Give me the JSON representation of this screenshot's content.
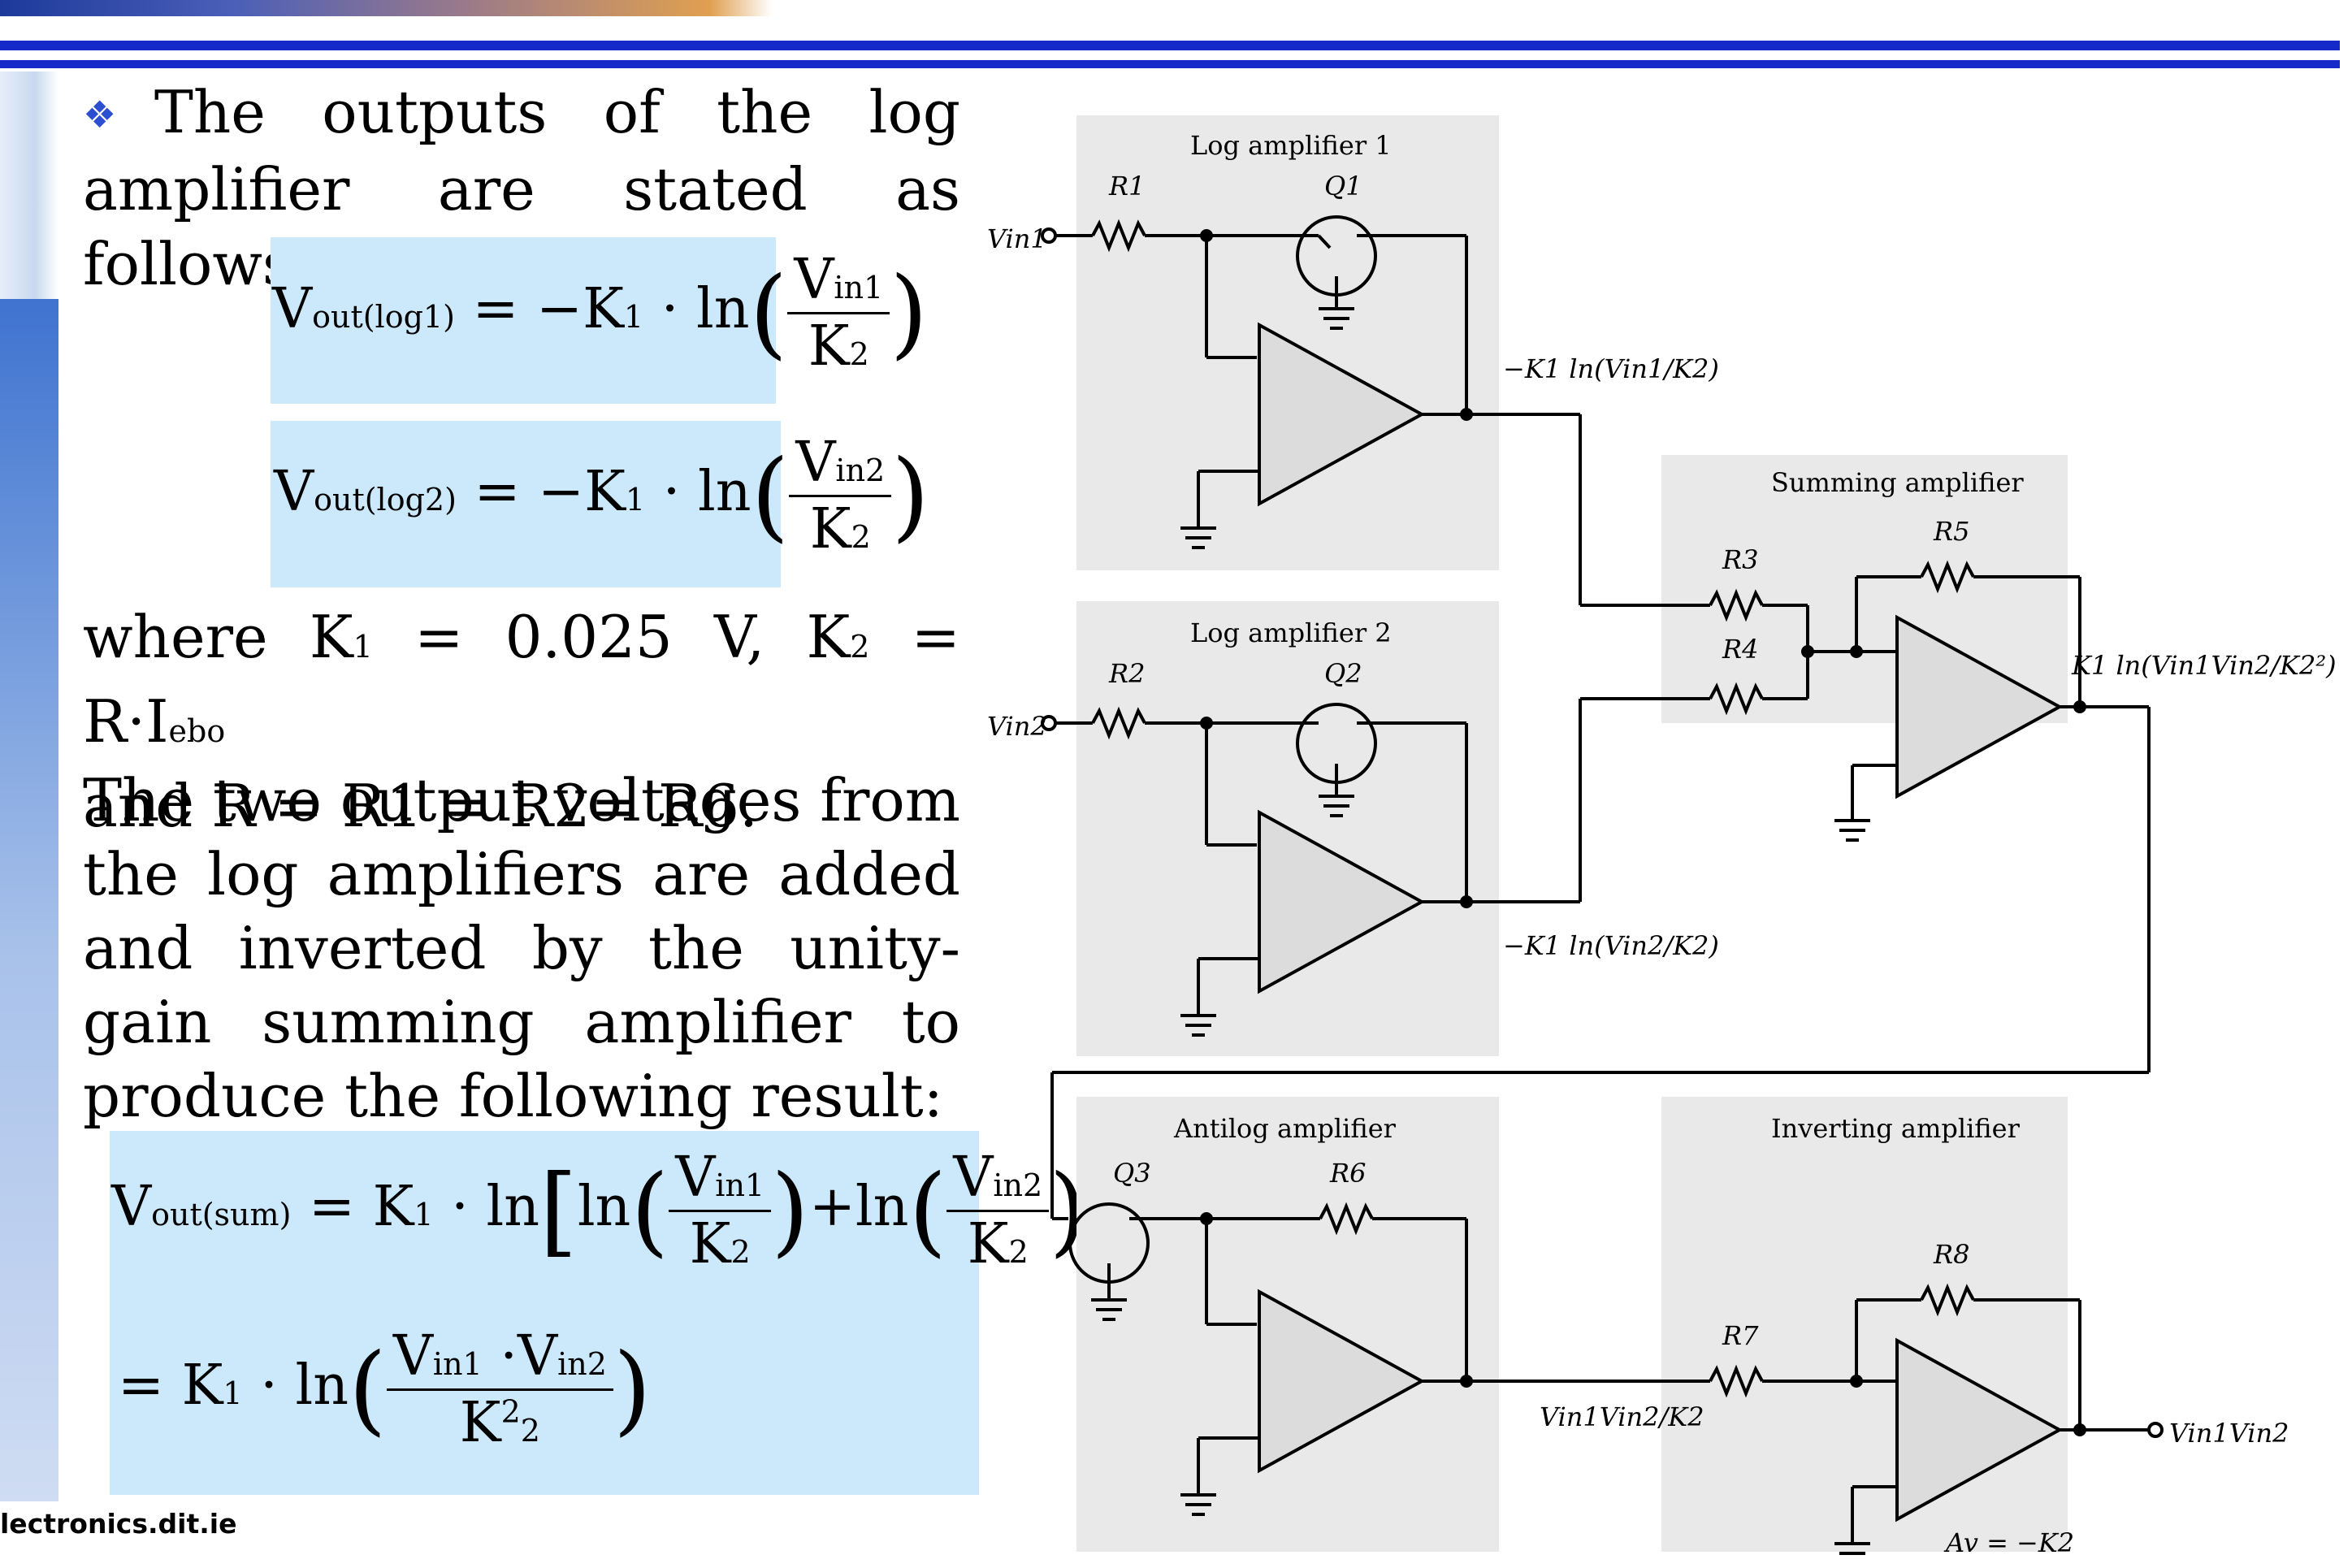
{
  "footer": {
    "text": "lectronics.dit.ie"
  },
  "text": {
    "bullet": "❖",
    "intro": "The outputs of the log amplifier are stated as follows:",
    "where_line1": "where K",
    "where_k1_sub": "1",
    "where_mid": " = 0.025 V, K",
    "where_k2_sub": "2",
    "where_end": " = R·I",
    "where_i_sub": "ebo",
    "where_line2": "and R = R1 = R2= R6.",
    "body": "The two output voltages from the log amplifiers are added and inverted by the unity-gain summing amplifier to produce the following result:"
  },
  "equations": {
    "eq1": {
      "lhs": "V",
      "lhs_sub": "out(log1)",
      "mid": " = −K",
      "k_sub": "1",
      "ln": " · ln",
      "num": "V",
      "num_sub": "in1",
      "den": "K",
      "den_sub": "2"
    },
    "eq2": {
      "lhs": "V",
      "lhs_sub": "out(log2)",
      "mid": " = −K",
      "k_sub": "1",
      "ln": " · ln",
      "num": "V",
      "num_sub": "in2",
      "den": "K",
      "den_sub": "2"
    },
    "eq3": {
      "lhs": "V",
      "lhs_sub": "out(sum)",
      "mid": " = K",
      "k_sub": "1",
      "ln": " · ln",
      "ln2": "ln",
      "num1": "V",
      "num1_sub": "in1",
      "den": "K",
      "den_sub": "2",
      "plus": "+ln",
      "num2": "V",
      "num2_sub": "in2",
      "eq": "="
    },
    "eq4": {
      "mid": "= K",
      "k_sub": "1",
      "ln": " · ln",
      "num_a": "V",
      "num_a_sub": "in1",
      "dot": " ·V",
      "num_b_sub": "in2",
      "den": "K",
      "den_sub": "2",
      "den_sup": "2"
    }
  },
  "circuit": {
    "log1": "Log amplifier 1",
    "log2": "Log amplifier 2",
    "summing": "Summing amplifier",
    "antilog": "Antilog amplifier",
    "inverting": "Inverting amplifier",
    "r1": "R1",
    "r2": "R2",
    "r3": "R3",
    "r4": "R4",
    "r5": "R5",
    "r6": "R6",
    "r7": "R7",
    "r8": "R8",
    "q1": "Q1",
    "q2": "Q2",
    "q3": "Q3",
    "vin1": "Vin1",
    "vin2": "Vin2",
    "out1": "−K1 ln(Vin1/K2)",
    "out2": "−K1 ln(Vin2/K2)",
    "outsum": "K1 ln(Vin1Vin2/K2²)",
    "outanti": "Vin1Vin2/K2",
    "outfinal": "Vin1Vin2",
    "gain": "Av = −K2"
  }
}
